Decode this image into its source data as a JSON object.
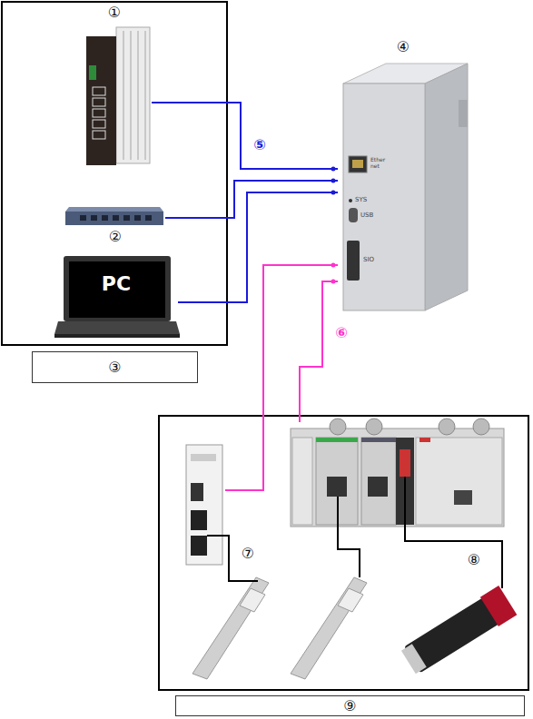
{
  "diagram": {
    "nodes": [
      {
        "text": [
          "①"
        ]
      },
      {
        "text": [
          "②"
        ]
      },
      {
        "text": [
          "PC"
        ]
      },
      {
        "text": [
          "③"
        ]
      },
      {
        "text": [
          "④"
        ]
      },
      {
        "text": [
          "⑦"
        ]
      },
      {
        "text": [
          "⑧"
        ]
      },
      {
        "text": [
          "⑨"
        ]
      }
    ],
    "edges": [
      {
        "from": 0,
        "to": 4,
        "label": "⑤",
        "arrow": "none"
      },
      {
        "from": 1,
        "to": 4,
        "arrow": "none"
      },
      {
        "from": 2,
        "to": 4,
        "arrow": "none"
      },
      {
        "from": 4,
        "to": 5,
        "arrow": "none"
      },
      {
        "from": 4,
        "to": 6,
        "label": "⑥",
        "arrow": "none"
      }
    ],
    "labels": [
      "Ether net",
      "SYS",
      "USB",
      "SIO"
    ]
  }
}
